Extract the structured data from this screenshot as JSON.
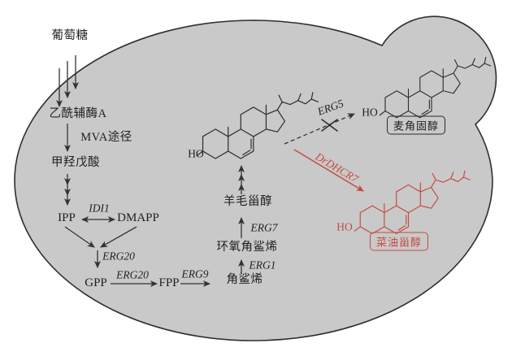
{
  "diagram": {
    "type": "metabolic-pathway",
    "cell_shape": "budding-yeast-cell",
    "colors": {
      "cell_fill": "#c9c9c9",
      "cell_outline": "#2e2e2e",
      "line": "#333333",
      "highlight_red": "#c54b3f"
    },
    "nodes": {
      "glucose": "葡萄糖",
      "acetyl_coa": "乙酰辅酶A",
      "mevalonate": "甲羟戊酸",
      "ipp": "IPP",
      "dmapp": "DMAPP",
      "gpp": "GPP",
      "fpp": "FPP",
      "squalene": "角鲨烯",
      "squalene_epoxide": "环氧角鲨烯",
      "lanosterol": "羊毛甾醇",
      "ergosterol": "麦角固醇",
      "campesterol": "菜油甾醇",
      "hydroxyl": "HO"
    },
    "enzymes": {
      "mva_pathway": "MVA途径",
      "idi1": "IDI1",
      "erg20_condense": "ERG20",
      "erg20_elongate": "ERG20",
      "erg9": "ERG9",
      "erg1": "ERG1",
      "erg7": "ERG7",
      "erg5": "ERG5",
      "drdhcr7": "DrDHCR7"
    },
    "annotations": {
      "erg5_step_blocked": true,
      "drdhcr7_step_highlighted_red": true
    }
  }
}
